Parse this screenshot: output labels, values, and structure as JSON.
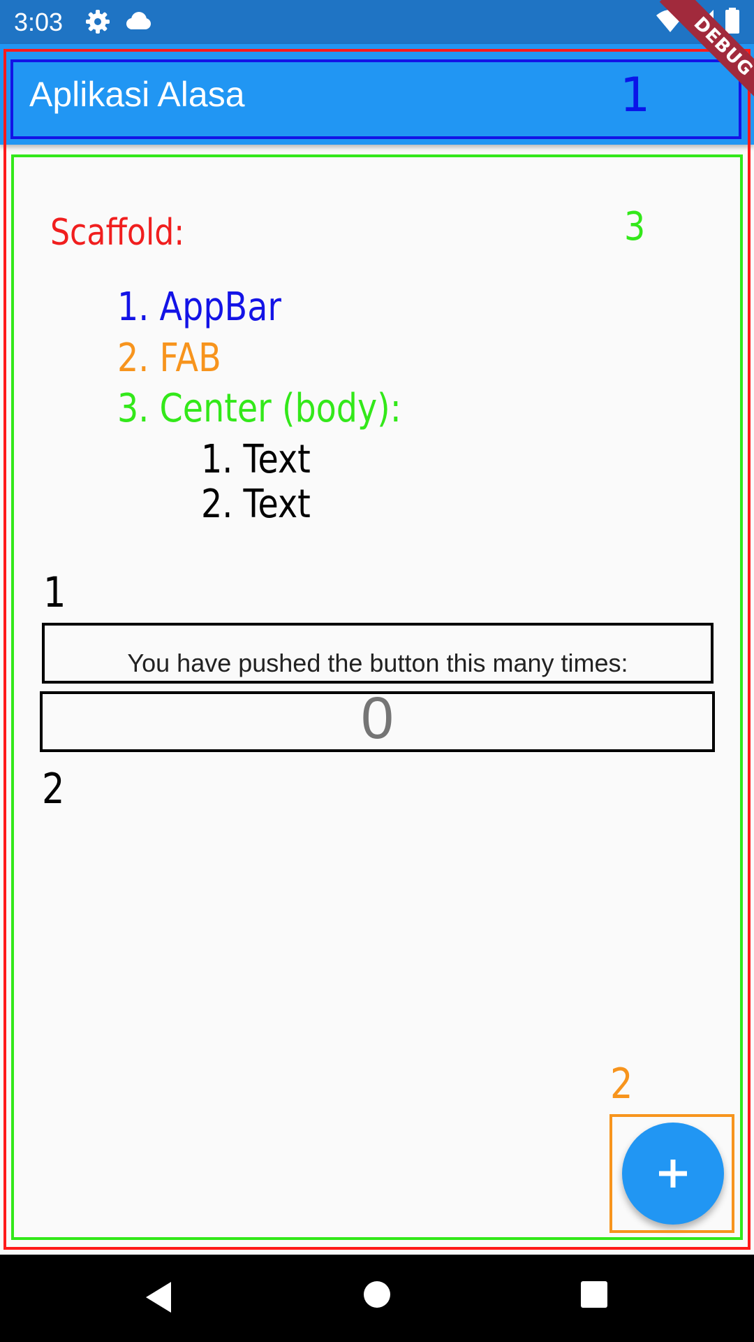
{
  "status_bar": {
    "time": "3:03",
    "icons": [
      "gear-icon",
      "cloud-icon",
      "wifi-icon",
      "signal-icon",
      "battery-icon"
    ],
    "debug_banner": "DEBUG"
  },
  "app_bar": {
    "title": "Aplikasi Alasa",
    "annotation": "1"
  },
  "body": {
    "heading": "Scaffold:",
    "heading_annotation": "3",
    "items": [
      "1. AppBar",
      "2. FAB",
      "3. Center (body):"
    ],
    "sub_items": [
      "1. Text",
      "2. Text"
    ],
    "text_annotations": [
      "1",
      "2"
    ]
  },
  "counter": {
    "message": "You have pushed the button this many times:",
    "value": "0"
  },
  "fab": {
    "annotation": "2",
    "icon": "plus-icon"
  },
  "nav_bar": {
    "icons": [
      "back-icon",
      "home-icon",
      "recents-icon"
    ]
  },
  "colors": {
    "status_bar": "#1f74c4",
    "app_bar": "#2196f3",
    "background": "#fafafa",
    "annotation_red": "#ff1a1a",
    "annotation_blue": "#1313e6",
    "annotation_green": "#33e81a",
    "annotation_orange": "#f7941d",
    "debug_banner": "#a12a3c"
  }
}
